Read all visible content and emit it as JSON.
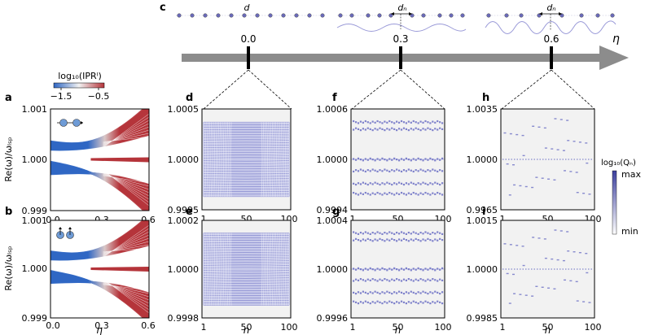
{
  "panel_letters": [
    "a",
    "b",
    "c",
    "d",
    "e",
    "f",
    "g",
    "h",
    "i"
  ],
  "colorbar_ipr": {
    "title": "log₁₀(IPRˡ)",
    "ticks": [
      "−1.5",
      "−0.5"
    ]
  },
  "colorbar_q": {
    "title": "log₁₀(Qₙ)",
    "max_label": "max",
    "min_label": "min"
  },
  "ylabel_omega": "Re(ω)/ωₗₛₚ",
  "xlabel_eta": "η",
  "xlabel_n": "n",
  "panel_c": {
    "axis_label": "η",
    "ticks": [
      "0.0",
      "0.3",
      "0.6"
    ],
    "spacing_labels": [
      "d",
      "dₙ",
      "dₙ"
    ]
  },
  "panels_ab": {
    "x_ticks": [
      "0.0",
      "0.3",
      "0.6"
    ],
    "y_ticks": [
      "1.001",
      "1.000",
      "0.999"
    ],
    "ylim": [
      0.999,
      1.001
    ],
    "xlim": [
      0.0,
      0.6
    ]
  },
  "panels_n": {
    "x_ticks": [
      "1",
      "50",
      "100"
    ],
    "d": {
      "y_ticks": [
        "1.0005",
        "1.0000",
        "0.9995"
      ]
    },
    "e": {
      "y_ticks": [
        "1.0002",
        "1.0000",
        "0.9998"
      ]
    },
    "f": {
      "y_ticks": [
        "1.0006",
        "1.0000",
        "0.9994"
      ]
    },
    "g": {
      "y_ticks": [
        "1.0004",
        "1.0000",
        "0.9996"
      ]
    },
    "h": {
      "y_ticks": [
        "1.0035",
        "1.0000",
        "0.9965"
      ]
    },
    "i": {
      "y_ticks": [
        "1.0015",
        "1.0000",
        "0.9985"
      ]
    }
  },
  "colors": {
    "blue": "#2f67c4",
    "red": "#b5343a",
    "spectrum": "#6b6fc4",
    "arrow": "#8c8c8c",
    "panel_bg": "#f2f2f2"
  }
}
